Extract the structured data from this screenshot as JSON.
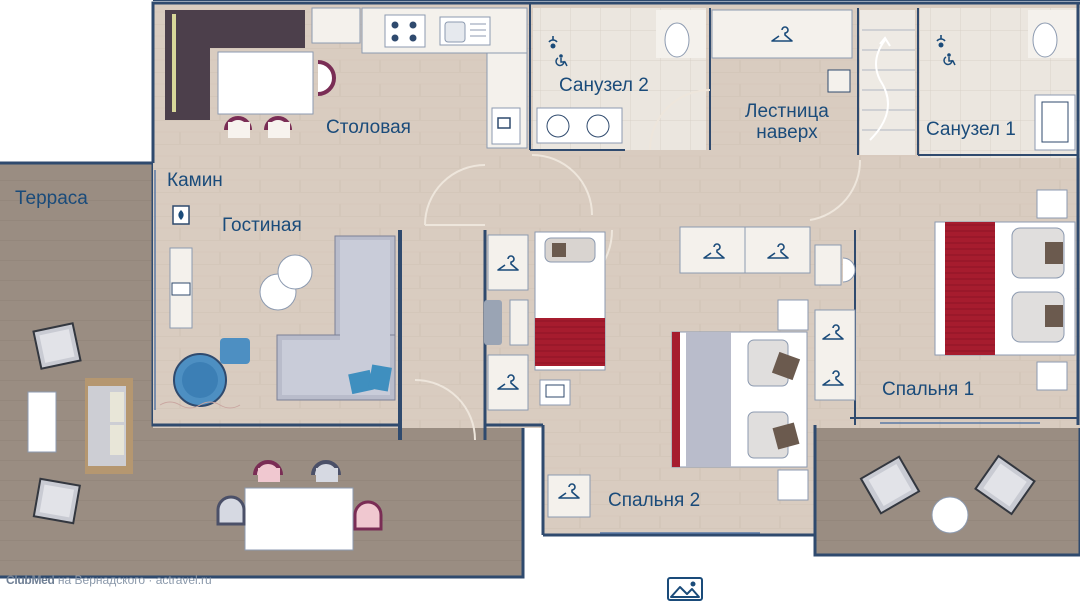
{
  "rooms": {
    "terrace": "Терраса",
    "dining": "Столовая",
    "fireplace": "Камин",
    "living": "Гостиная",
    "bath2": "Санузел 2",
    "stairs_line1": "Лестница",
    "stairs_line2": "наверх",
    "bath1": "Санузел 1",
    "bedroom1": "Спальня 1",
    "bedroom2": "Спальня 2"
  },
  "footer": {
    "brand": "ClubMed",
    "text": "на Вернадского · actravel.ru"
  },
  "icons": {
    "gallery": "image-gallery-icon",
    "hanger": "hanger-icon",
    "shower": "shower-accessible-icon",
    "fireplace": "fireplace-icon"
  },
  "colors": {
    "wood_floor": "#d9ccc0",
    "terrace_deck": "#9a8d82",
    "tile_floor": "#e8e3dc",
    "wall": "#2f4a6e",
    "sofa": "#b9bccb",
    "bed_accent": "#a61c2e",
    "label": "#1a4b7a",
    "chair_blue": "#4d8fc2",
    "chair_plum": "#7a2d55"
  }
}
